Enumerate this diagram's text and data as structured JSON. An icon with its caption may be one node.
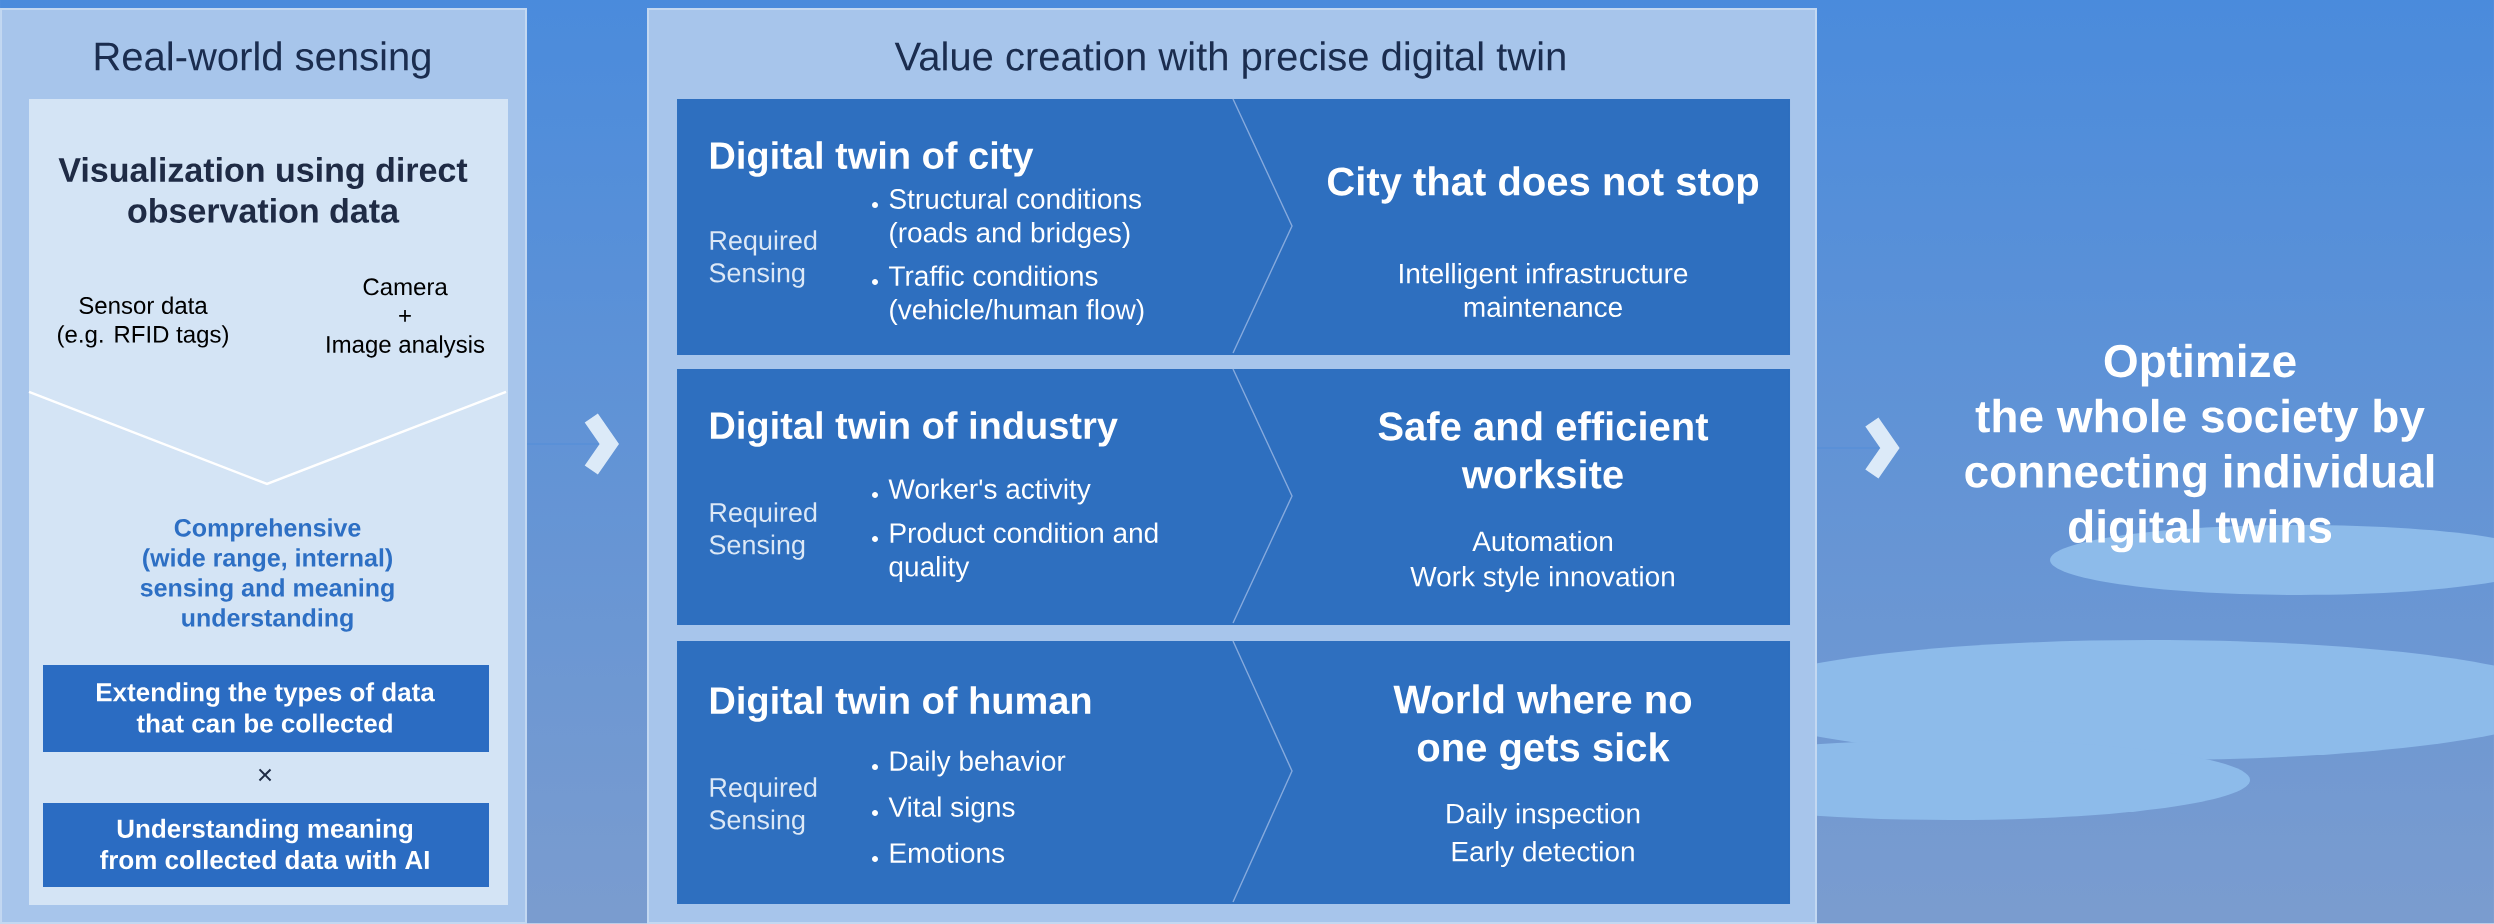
{
  "diagram": {
    "nodes": [
      {
        "text": [
          "Real-world sensing"
        ]
      },
      {
        "text": [
          "Visualization using direct observation data",
          "Sensor data (e.g. RFID tags)",
          "Camera + Image analysis",
          "Comprehensive (wide range, internal) sensing and meaning understanding"
        ],
        "in": 0
      },
      {
        "text": [
          "Extending the types of data that can be collected"
        ],
        "in": 1
      },
      {
        "text": [
          "Understanding meaning from collected data with AI"
        ],
        "in": 1
      },
      {
        "text": [
          "Value creation with precise digital twin"
        ]
      },
      {
        "text": [
          "Digital twin of city",
          "Required Sensing",
          "Structural conditions (roads and bridges)",
          "Traffic conditions (vehicle/human flow)",
          "City that does not stop",
          "Intelligent infrastructure maintenance"
        ],
        "in": 4
      },
      {
        "text": [
          "Digital twin of industry",
          "Required Sensing",
          "Worker's activity",
          "Product condition and quality",
          "Safe and efficient worksite",
          "Automation",
          "Work style innovation"
        ],
        "in": 4
      },
      {
        "text": [
          "Digital twin of human",
          "Required Sensing",
          "Daily behavior",
          "Vital signs",
          "Emotions",
          "World where no one gets sick",
          "Daily inspection",
          "Early detection"
        ],
        "in": 4
      },
      {
        "text": [
          "Optimize the whole society by connecting individual digital twins"
        ]
      }
    ],
    "edges": [
      {
        "from": 0,
        "to": 4,
        "arrow": "to"
      },
      {
        "from": 4,
        "to": 8,
        "arrow": "to"
      }
    ],
    "labels": [
      "×"
    ]
  }
}
